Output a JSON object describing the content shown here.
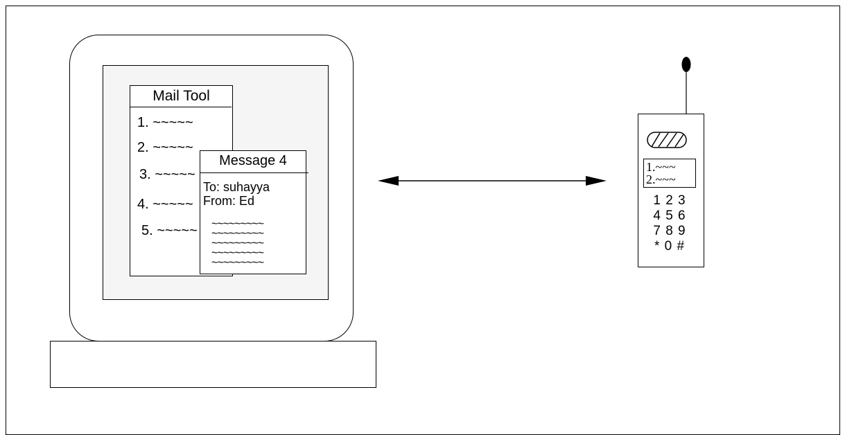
{
  "computer": {
    "mail_tool": {
      "title": "Mail Tool",
      "items": [
        "1. ~~~~~",
        "2. ~~~~~",
        "3. ~~~~~",
        "4. ~~~~~",
        "5. ~~~~~"
      ]
    },
    "message_window": {
      "title": "Message 4",
      "to": "To: suhayya",
      "from": "From: Ed",
      "body_lines": [
        "~~~~~~~~~",
        "~~~~~~~~~",
        "~~~~~~~~~",
        "~~~~~~~~~",
        "~~~~~~~~~"
      ]
    }
  },
  "phone": {
    "display_lines": [
      "1.~~~",
      "2.~~~"
    ],
    "keypad": [
      "1 2 3",
      "4 5 6",
      "7 8 9",
      "* 0 #"
    ]
  },
  "connection": {
    "type": "bidirectional-arrow"
  }
}
